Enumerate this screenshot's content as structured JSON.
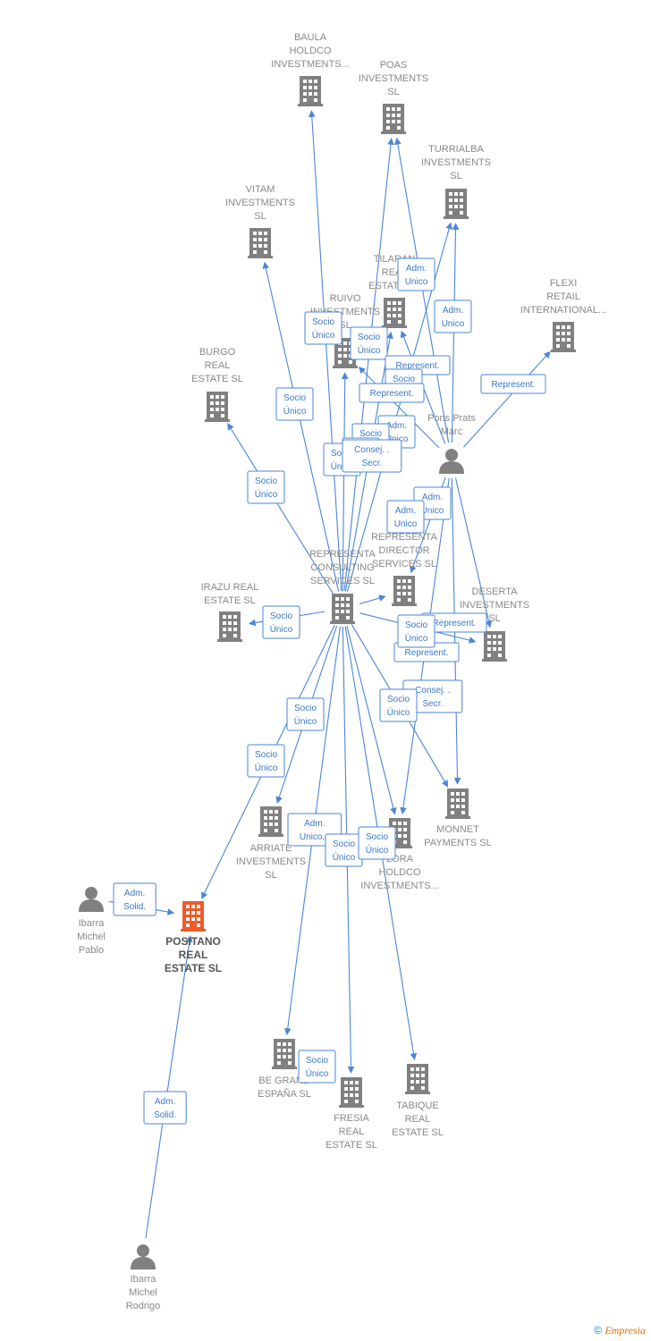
{
  "colors": {
    "edge": "#4a86d6",
    "company": "#808080",
    "main": "#f05a28",
    "person": "#808080"
  },
  "nodes": [
    {
      "id": "baula",
      "type": "company",
      "label": [
        "BAULA",
        "HOLDCO",
        "INVESTMENTS..."
      ]
    },
    {
      "id": "poas",
      "type": "company",
      "label": [
        "POAS",
        "INVESTMENTS",
        "SL"
      ]
    },
    {
      "id": "turrialba",
      "type": "company",
      "label": [
        "TURRIALBA",
        "INVESTMENTS",
        "SL"
      ]
    },
    {
      "id": "vitam",
      "type": "company",
      "label": [
        "VITAM",
        "INVESTMENTS",
        "SL"
      ]
    },
    {
      "id": "tilaran",
      "type": "company",
      "label": [
        "TILARAN",
        "REAL",
        "ESTATE SL"
      ]
    },
    {
      "id": "flexi",
      "type": "company",
      "label": [
        "FLEXI",
        "RETAIL",
        "INTERNATIONAL..."
      ]
    },
    {
      "id": "ruivo",
      "type": "company",
      "label": [
        "RUIVO",
        "INVESTMENTS",
        "SL"
      ]
    },
    {
      "id": "burgo",
      "type": "company",
      "label": [
        "BURGO",
        "REAL",
        "ESTATE SL"
      ]
    },
    {
      "id": "pons",
      "type": "person",
      "label": [
        "Pons Prats",
        "Marc"
      ]
    },
    {
      "id": "representa_consulting",
      "type": "company",
      "label": [
        "REPRESENTA",
        "CONSULTING",
        "SERVICES SL"
      ]
    },
    {
      "id": "representa_director",
      "type": "company",
      "label": [
        "REPRESENTA",
        "DIRECTOR",
        "SERVICES SL"
      ]
    },
    {
      "id": "irazu",
      "type": "company",
      "label": [
        "IRAZU REAL",
        "ESTATE SL"
      ]
    },
    {
      "id": "deserta",
      "type": "company",
      "label": [
        "DESERTA",
        "INVESTMENTS",
        "SL"
      ]
    },
    {
      "id": "monnet",
      "type": "company",
      "label": [
        "MONNET",
        "PAYMENTS SL"
      ]
    },
    {
      "id": "arriate",
      "type": "company",
      "label": [
        "ARRIATE",
        "INVESTMENTS",
        "SL"
      ]
    },
    {
      "id": "lora",
      "type": "company",
      "label": [
        "LORA",
        "HOLDCO",
        "INVESTMENTS..."
      ]
    },
    {
      "id": "ibarra_pablo",
      "type": "person",
      "label": [
        "Ibarra",
        "Michel",
        "Pablo"
      ]
    },
    {
      "id": "positano",
      "type": "main",
      "label": [
        "POSITANO",
        "REAL",
        "ESTATE SL"
      ]
    },
    {
      "id": "be_grand",
      "type": "company",
      "label": [
        "BE GRAND",
        "ESPAÑA SL"
      ]
    },
    {
      "id": "fresia",
      "type": "company",
      "label": [
        "FRESIA",
        "REAL",
        "ESTATE SL"
      ]
    },
    {
      "id": "tabique",
      "type": "company",
      "label": [
        "TABIQUE",
        "REAL",
        "ESTATE SL"
      ]
    },
    {
      "id": "ibarra_rodrigo",
      "type": "person",
      "label": [
        "Ibarra",
        "Michel",
        "Rodrigo"
      ]
    }
  ],
  "edge_labels": [
    {
      "id": "l1",
      "lines": [
        "Adm.",
        "Unico"
      ]
    },
    {
      "id": "l2",
      "lines": [
        "Adm.",
        "Unico"
      ]
    },
    {
      "id": "l3",
      "lines": [
        "Socio",
        "Único"
      ]
    },
    {
      "id": "l4",
      "lines": [
        "Socio",
        "Único"
      ]
    },
    {
      "id": "l5",
      "lines": [
        "Represent."
      ]
    },
    {
      "id": "l6",
      "lines": [
        "Socio"
      ]
    },
    {
      "id": "l7",
      "lines": [
        "Represent."
      ]
    },
    {
      "id": "l8",
      "lines": [
        "Represent."
      ]
    },
    {
      "id": "l9",
      "lines": [
        "Socio",
        "Único"
      ]
    },
    {
      "id": "l10",
      "lines": [
        "Adm.",
        "Unico"
      ]
    },
    {
      "id": "l11",
      "lines": [
        "Socio",
        "Único"
      ]
    },
    {
      "id": "l12",
      "lines": [
        "Socio",
        "Único"
      ]
    },
    {
      "id": "l13",
      "lines": [
        "Socio",
        "Único"
      ]
    },
    {
      "id": "l14",
      "lines": [
        "Consej. .",
        "Secr."
      ]
    },
    {
      "id": "l15",
      "lines": [
        "Adm.",
        "Unico"
      ]
    },
    {
      "id": "l16",
      "lines": [
        "Adm.",
        "Unico"
      ]
    },
    {
      "id": "l17",
      "lines": [
        "Socio",
        "Único"
      ]
    },
    {
      "id": "l18",
      "lines": [
        "Socio",
        "Único"
      ]
    },
    {
      "id": "l19",
      "lines": [
        "Represent."
      ]
    },
    {
      "id": "l20",
      "lines": [
        "Represent."
      ]
    },
    {
      "id": "l21",
      "lines": [
        "Socio",
        "Único"
      ]
    },
    {
      "id": "l22",
      "lines": [
        "Socio",
        "Único"
      ]
    },
    {
      "id": "l23",
      "lines": [
        "Consej. .",
        "Secr."
      ]
    },
    {
      "id": "l24",
      "lines": [
        "Socio",
        "Único"
      ]
    },
    {
      "id": "l25",
      "lines": [
        "Socio",
        "Único"
      ]
    },
    {
      "id": "l26",
      "lines": [
        "Adm.",
        "Unico,.."
      ]
    },
    {
      "id": "l27",
      "lines": [
        "Socio",
        "Único"
      ]
    },
    {
      "id": "l28",
      "lines": [
        "Socio",
        "Único"
      ]
    },
    {
      "id": "l29",
      "lines": [
        "Adm.",
        "Solid."
      ]
    },
    {
      "id": "l30",
      "lines": [
        "Socio",
        "Único"
      ]
    },
    {
      "id": "l31",
      "lines": [
        "Adm.",
        "Solid."
      ]
    }
  ],
  "footer": {
    "copyright": "©",
    "brand": "Empresia"
  }
}
